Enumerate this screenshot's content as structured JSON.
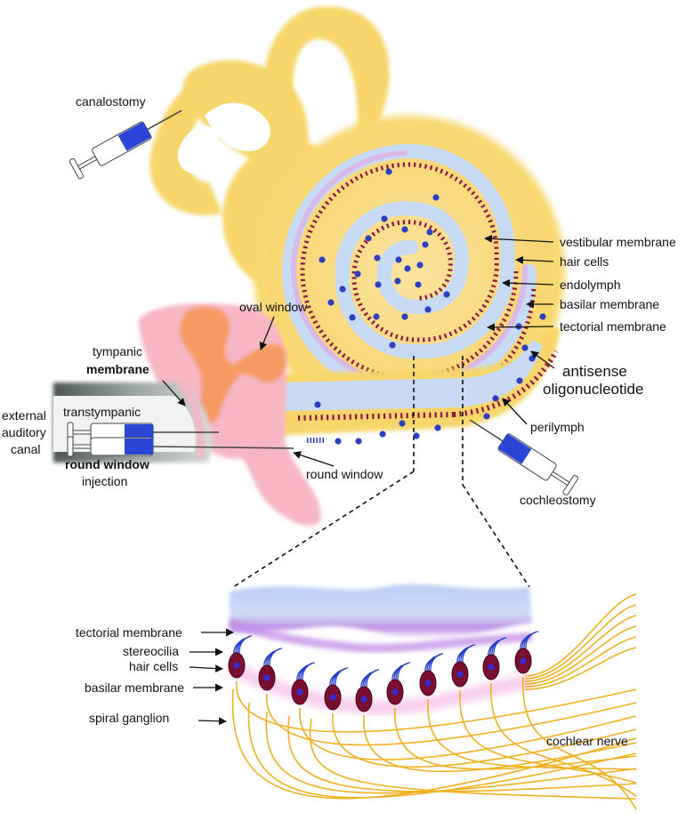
{
  "labels": {
    "canalostomy": "canalostomy",
    "oval_window": "oval window",
    "tympanic": "tympanic",
    "membrane": "membrane",
    "external": "external",
    "auditory": "auditory",
    "canal": "canal",
    "transtympanic": "transtympanic",
    "round_window_bold": "round window",
    "injection": "injection",
    "round_window": "round window",
    "vestibular_membrane": "vestibular membrane",
    "hair_cells": "hair cells",
    "endolymph": "endolymph",
    "basilar_membrane": "basilar membrane",
    "tectorial_membrane": "tectorial membrane",
    "antisense": "antisense",
    "oligonucleotide": "oligonucleotide",
    "perilymph": "perilymph",
    "cochleostomy": "cochleostomy"
  },
  "inset": {
    "tectorial_membrane": "tectorial membrane",
    "stereocilia": "stereocilia",
    "hair_cells": "hair cells",
    "basilar_membrane": "basilar membrane",
    "spiral_ganglion": "spiral ganglion",
    "cochlear_nerve": "cochlear nerve"
  },
  "colors": {
    "bone": "#f7d56a",
    "bone_light": "#fbe7a0",
    "pink": "#f6b6c4",
    "ossicle": "#f59a62",
    "blue_fluid": "#c9daf5",
    "purple": "#c79be0",
    "hair_cell": "#7a1030",
    "particle": "#2e3fc0",
    "nerve": "#f0b020",
    "syringe_blue": "#2a46d6",
    "ear_canal": "#6f7a78"
  }
}
